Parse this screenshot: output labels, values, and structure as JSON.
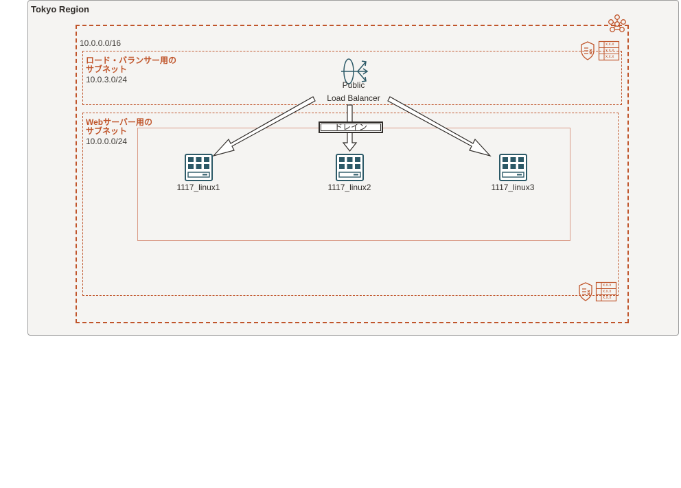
{
  "region": {
    "title": "Tokyo Region"
  },
  "vcn": {
    "cidr": "10.0.0.0/16"
  },
  "lb_subnet": {
    "title_line1": "ロード・バランサー用の",
    "title_line2": "サブネット",
    "cidr": "10.0.3.0/24"
  },
  "web_subnet": {
    "title_line1": "Webサーバー用の",
    "title_line2": "サブネット",
    "cidr": "10.0.0.0/24"
  },
  "load_balancer": {
    "line1": "Public",
    "line2": "Load Balancer"
  },
  "drain_label": "ドレイン",
  "servers": [
    {
      "name": "1117_linux1"
    },
    {
      "name": "1117_linux2"
    },
    {
      "name": "1117_linux3"
    }
  ],
  "icons": {
    "vcn": "vcn-network-icon",
    "security_list": "security-list-icon",
    "route_table": "route-table-icon",
    "load_balancer": "load-balancer-icon",
    "server": "server-icon"
  },
  "route_table_cell": "x.x.x",
  "colors": {
    "oracle_orange": "#c0552b",
    "icon_teal": "#2c5967",
    "text": "#312d2a"
  }
}
